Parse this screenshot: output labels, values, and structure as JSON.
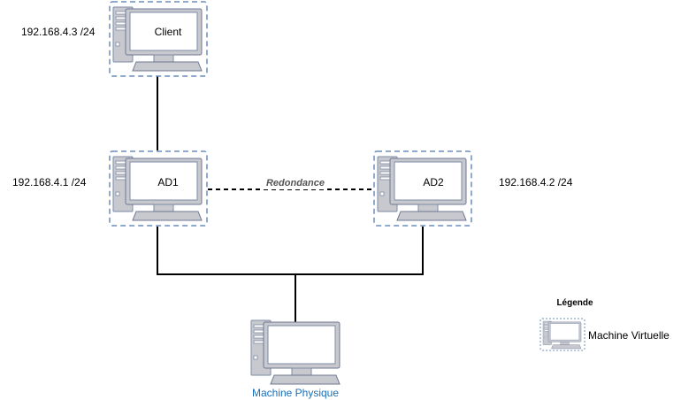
{
  "nodes": {
    "client": {
      "label": "Client",
      "ip": "192.168.4.3 /24"
    },
    "ad1": {
      "label": "AD1",
      "ip": "192.168.4.1 /24"
    },
    "ad2": {
      "label": "AD2",
      "ip": "192.168.4.2 /24"
    },
    "physical": {
      "label": "Machine Physique"
    }
  },
  "links": {
    "redundancy_label": "Redondance"
  },
  "legend": {
    "title": "Légende",
    "vm_label": "Machine Virtuelle"
  },
  "colors": {
    "vm_border": "#6c8ebf",
    "device_gray": "#c7c9cf",
    "physical_label": "#1a6fb8",
    "link": "#000000"
  }
}
